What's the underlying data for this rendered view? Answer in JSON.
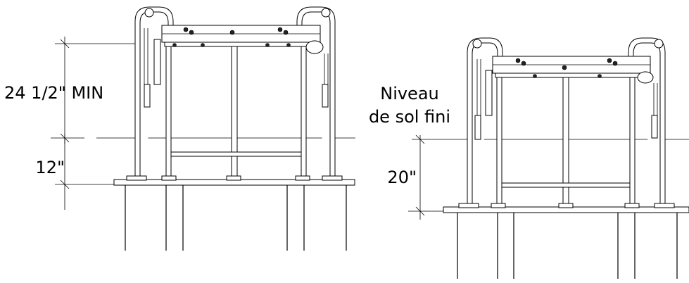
{
  "dimensions": {
    "height_min": "24 1/2\" MIN",
    "depth_left": "12\"",
    "depth_right": "20\""
  },
  "grade_label": {
    "line1": "Niveau",
    "line2": "de sol fini"
  }
}
